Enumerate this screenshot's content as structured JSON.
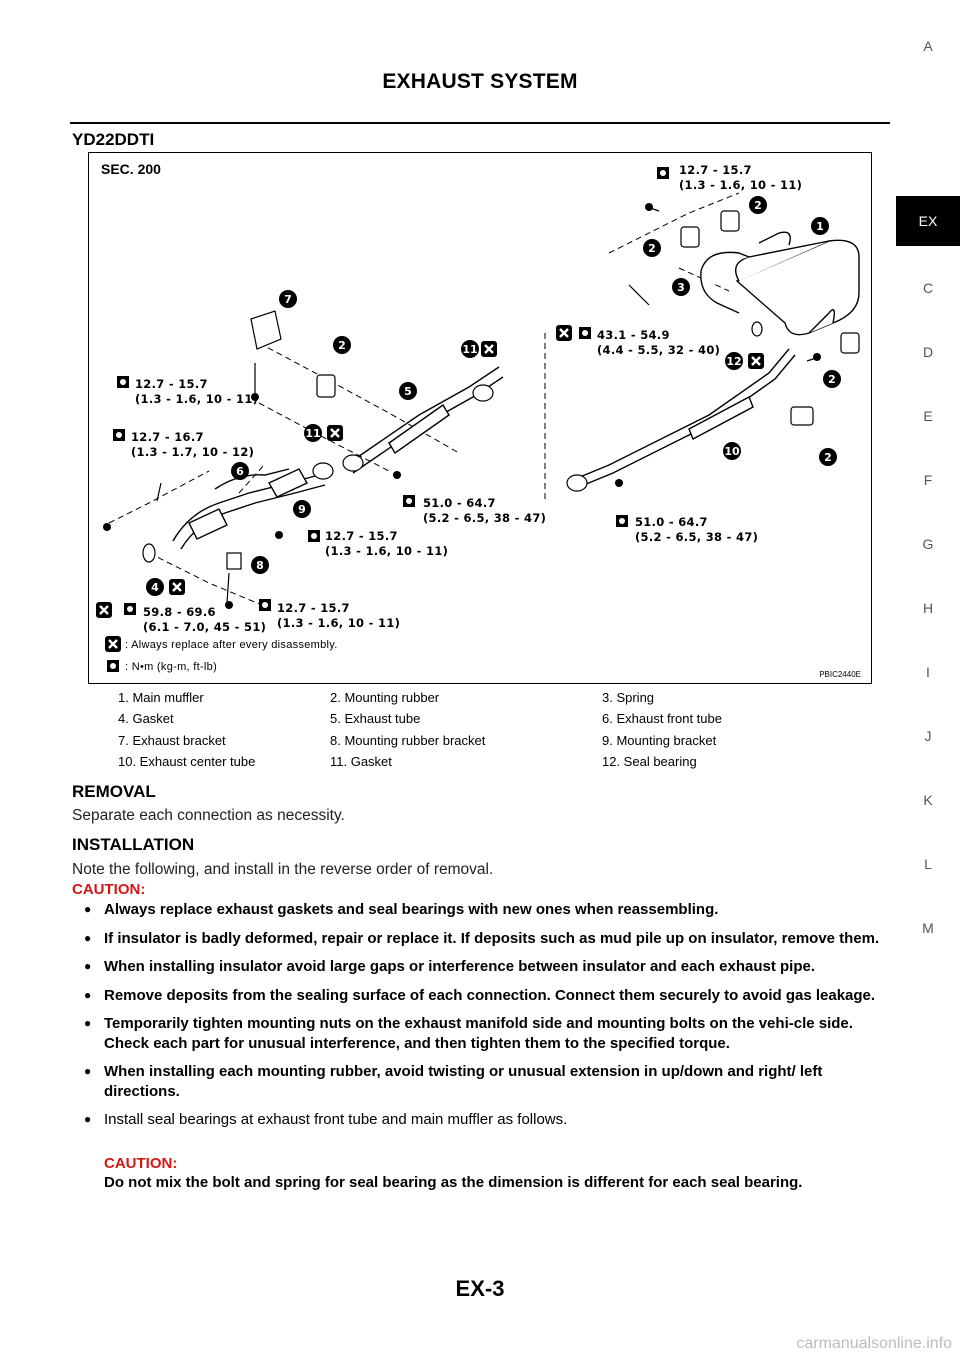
{
  "header": {
    "title": "EXHAUST SYSTEM",
    "section": "YD22DDTI"
  },
  "side_tabs": [
    "A",
    "EX",
    "C",
    "D",
    "E",
    "F",
    "G",
    "H",
    "I",
    "J",
    "K",
    "L",
    "M"
  ],
  "active_tab": "EX",
  "diagram": {
    "sec": "SEC. 200",
    "code": "PBIC2440E",
    "callouts": [
      "1",
      "2",
      "3",
      "4",
      "5",
      "6",
      "7",
      "8",
      "9",
      "10",
      "11",
      "12"
    ],
    "torques": [
      {
        "line1": "12.7 - 15.7",
        "line2": "(1.3 - 1.6, 10 - 11)"
      },
      {
        "line1": "43.1 - 54.9",
        "line2": "(4.4 - 5.5, 32 - 40)"
      },
      {
        "line1": "12.7 - 15.7",
        "line2": "(1.3 - 1.6, 10 - 11)"
      },
      {
        "line1": "12.7 - 16.7",
        "line2": "(1.3 - 1.7, 10 - 12)"
      },
      {
        "line1": "51.0 - 64.7",
        "line2": "(5.2 - 6.5, 38 - 47)"
      },
      {
        "line1": "12.7 - 15.7",
        "line2": "(1.3 - 1.6, 10 - 11)"
      },
      {
        "line1": "51.0 - 64.7",
        "line2": "(5.2 - 6.5, 38 - 47)"
      },
      {
        "line1": "59.8 - 69.6",
        "line2": "(6.1 - 7.0, 45 - 51)"
      },
      {
        "line1": "12.7 - 15.7",
        "line2": "(1.3 - 1.6, 10 - 11)"
      }
    ],
    "legend": {
      "replace": ": Always replace after every disassembly.",
      "torque_unit": ": N•m (kg-m, ft-lb)"
    }
  },
  "parts": [
    "1.  Main muffler",
    "2.  Mounting rubber",
    "3.  Spring",
    "4.  Gasket",
    "5.  Exhaust tube",
    "6.  Exhaust front tube",
    "7.  Exhaust bracket",
    "8.  Mounting rubber bracket",
    "9.  Mounting bracket",
    "10.  Exhaust center tube",
    "11.  Gasket",
    "12.  Seal bearing"
  ],
  "removal": {
    "title": "REMOVAL",
    "text": "Separate each connection as necessity."
  },
  "installation": {
    "title": "INSTALLATION",
    "text": "Note the following, and install in the reverse order of removal.",
    "caution_title": "CAUTION:",
    "bullets": [
      {
        "text": "Always replace exhaust gaskets and seal bearings with new ones when reassembling.",
        "bold": true
      },
      {
        "text": "If insulator is badly deformed, repair or replace it. If deposits such as mud pile up on insulator, remove them.",
        "bold": true
      },
      {
        "text": "When installing insulator avoid large gaps or interference between insulator and each exhaust pipe.",
        "bold": true
      },
      {
        "text": "Remove deposits from the sealing surface of each connection. Connect them securely to avoid gas leakage.",
        "bold": true
      },
      {
        "text": "Temporarily tighten mounting nuts on the exhaust manifold side and mounting bolts on the vehi-cle side. Check each part for unusual interference, and then tighten them to the specified torque.",
        "bold": true
      },
      {
        "text": "When installing each mounting rubber, avoid twisting or unusual extension in up/down and right/ left directions.",
        "bold": true
      },
      {
        "text": "Install seal bearings at exhaust front tube and main muffler as follows.",
        "bold": false
      }
    ],
    "sub_caution_title": "CAUTION:",
    "sub_caution_text": "Do not mix the bolt and spring for seal bearing as the dimension is different for each seal bearing."
  },
  "footer": {
    "page": "EX-3",
    "watermark": "carmanualsonline.info"
  }
}
